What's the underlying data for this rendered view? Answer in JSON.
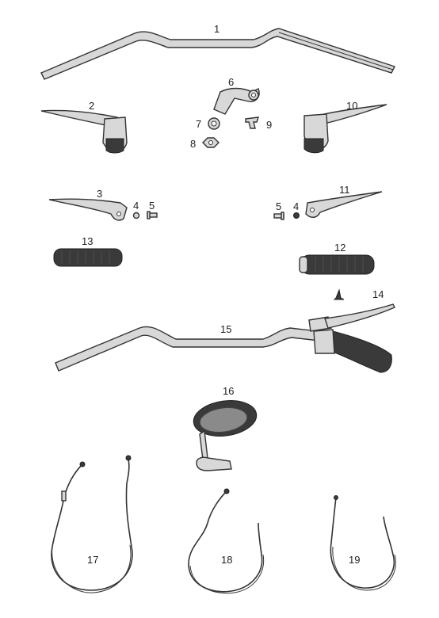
{
  "labels": {
    "p1": "1",
    "p2": "2",
    "p3": "3",
    "p4a": "4",
    "p5a": "5",
    "p6": "6",
    "p7": "7",
    "p8": "8",
    "p9": "9",
    "p10": "10",
    "p11": "11",
    "p5b": "5",
    "p4b": "4",
    "p12": "12",
    "p13": "13",
    "p14": "14",
    "p15": "15",
    "p16": "16",
    "p17": "17",
    "p18": "18",
    "p19": "19"
  }
}
